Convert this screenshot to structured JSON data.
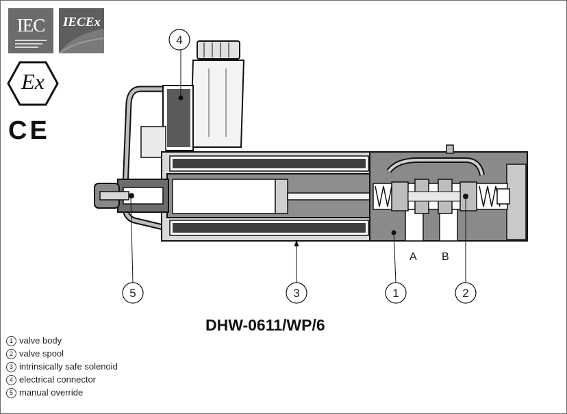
{
  "logos": {
    "iec": "IEC",
    "iecex": "IECEx",
    "ex_mark": "Ex",
    "ce_mark": "CE"
  },
  "diagram": {
    "title": "DHW-0611/WP/6",
    "callouts": [
      "1",
      "2",
      "3",
      "4",
      "5"
    ],
    "ports": {
      "a": "A",
      "b": "B"
    }
  },
  "legend": [
    {
      "num": "1",
      "label": "valve body"
    },
    {
      "num": "2",
      "label": "valve spool"
    },
    {
      "num": "3",
      "label": "intrinsically safe solenoid"
    },
    {
      "num": "4",
      "label": "electrical connector"
    },
    {
      "num": "5",
      "label": "manual override"
    }
  ],
  "colors": {
    "body_gray": "#8a8a8a",
    "dark_gray": "#4a4a4a",
    "light_gray": "#d2d2d2",
    "outline": "#111111"
  }
}
